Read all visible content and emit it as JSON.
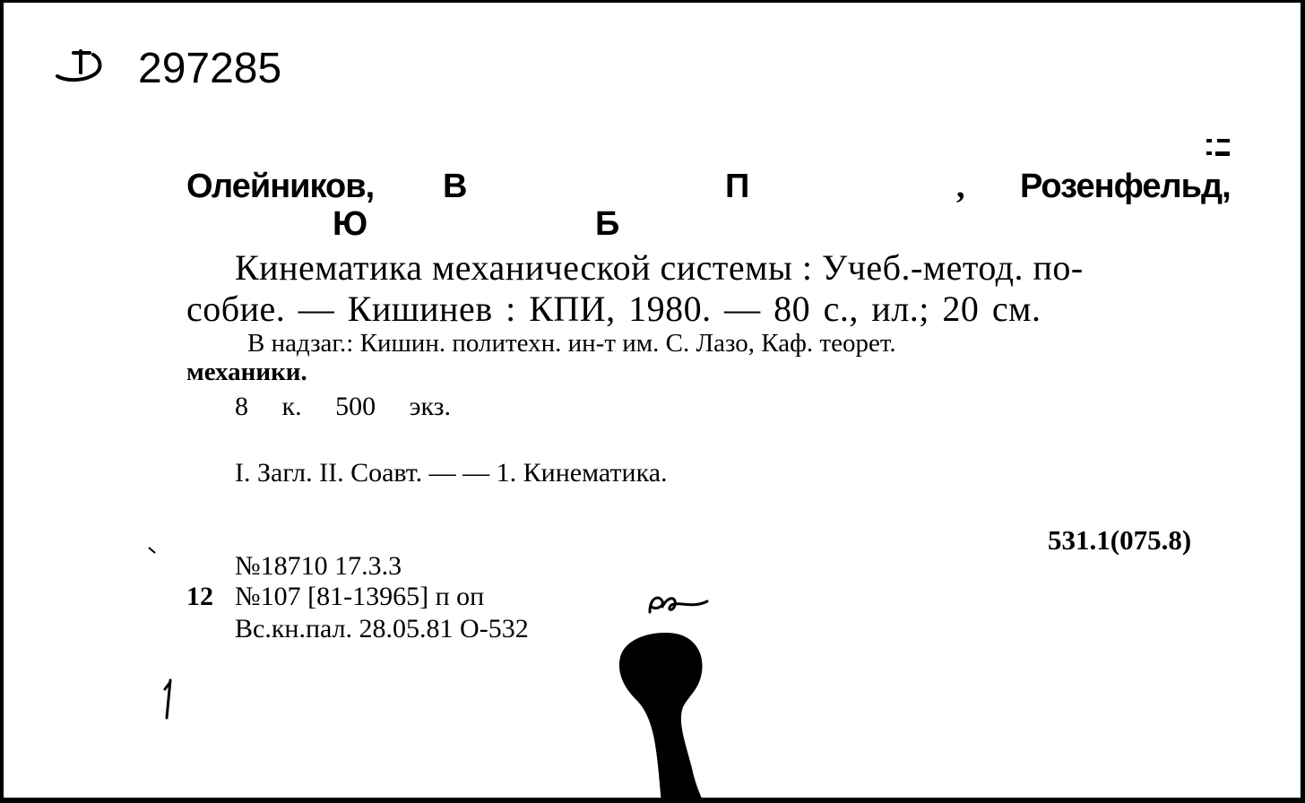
{
  "card": {
    "number": "297285",
    "authors": {
      "author1": "Олейников,",
      "initial_v": "В",
      "initial_p": "П",
      "comma": ",",
      "author2": "Розенфельд,",
      "initial_yu": "Ю",
      "initial_b": "Б"
    },
    "title_line_1": "Кинематика механической системы : Учеб.-метод. по-",
    "title_line_2": "собие. — Кишинев : КПИ, 1980. — 80 с., ил.; 20 см.",
    "note_line_1": "В надзаг.: Кишин. политехн. ин-т им. С. Лазо, Каф. теорет.",
    "note_line_2": "механики.",
    "price_line": "8 к. 500 экз.",
    "tracings": "I. Загл. II. Соавт. — — 1. Кинематика.",
    "udc": "531.1(075.8)",
    "number_line_1": "№18710 17.3.3",
    "number_line_2_prefix": "12",
    "number_line_2": "№107 [81-13965] п оп",
    "number_line_3": "Вс.кн.пал. 28.05.81 О-532"
  }
}
